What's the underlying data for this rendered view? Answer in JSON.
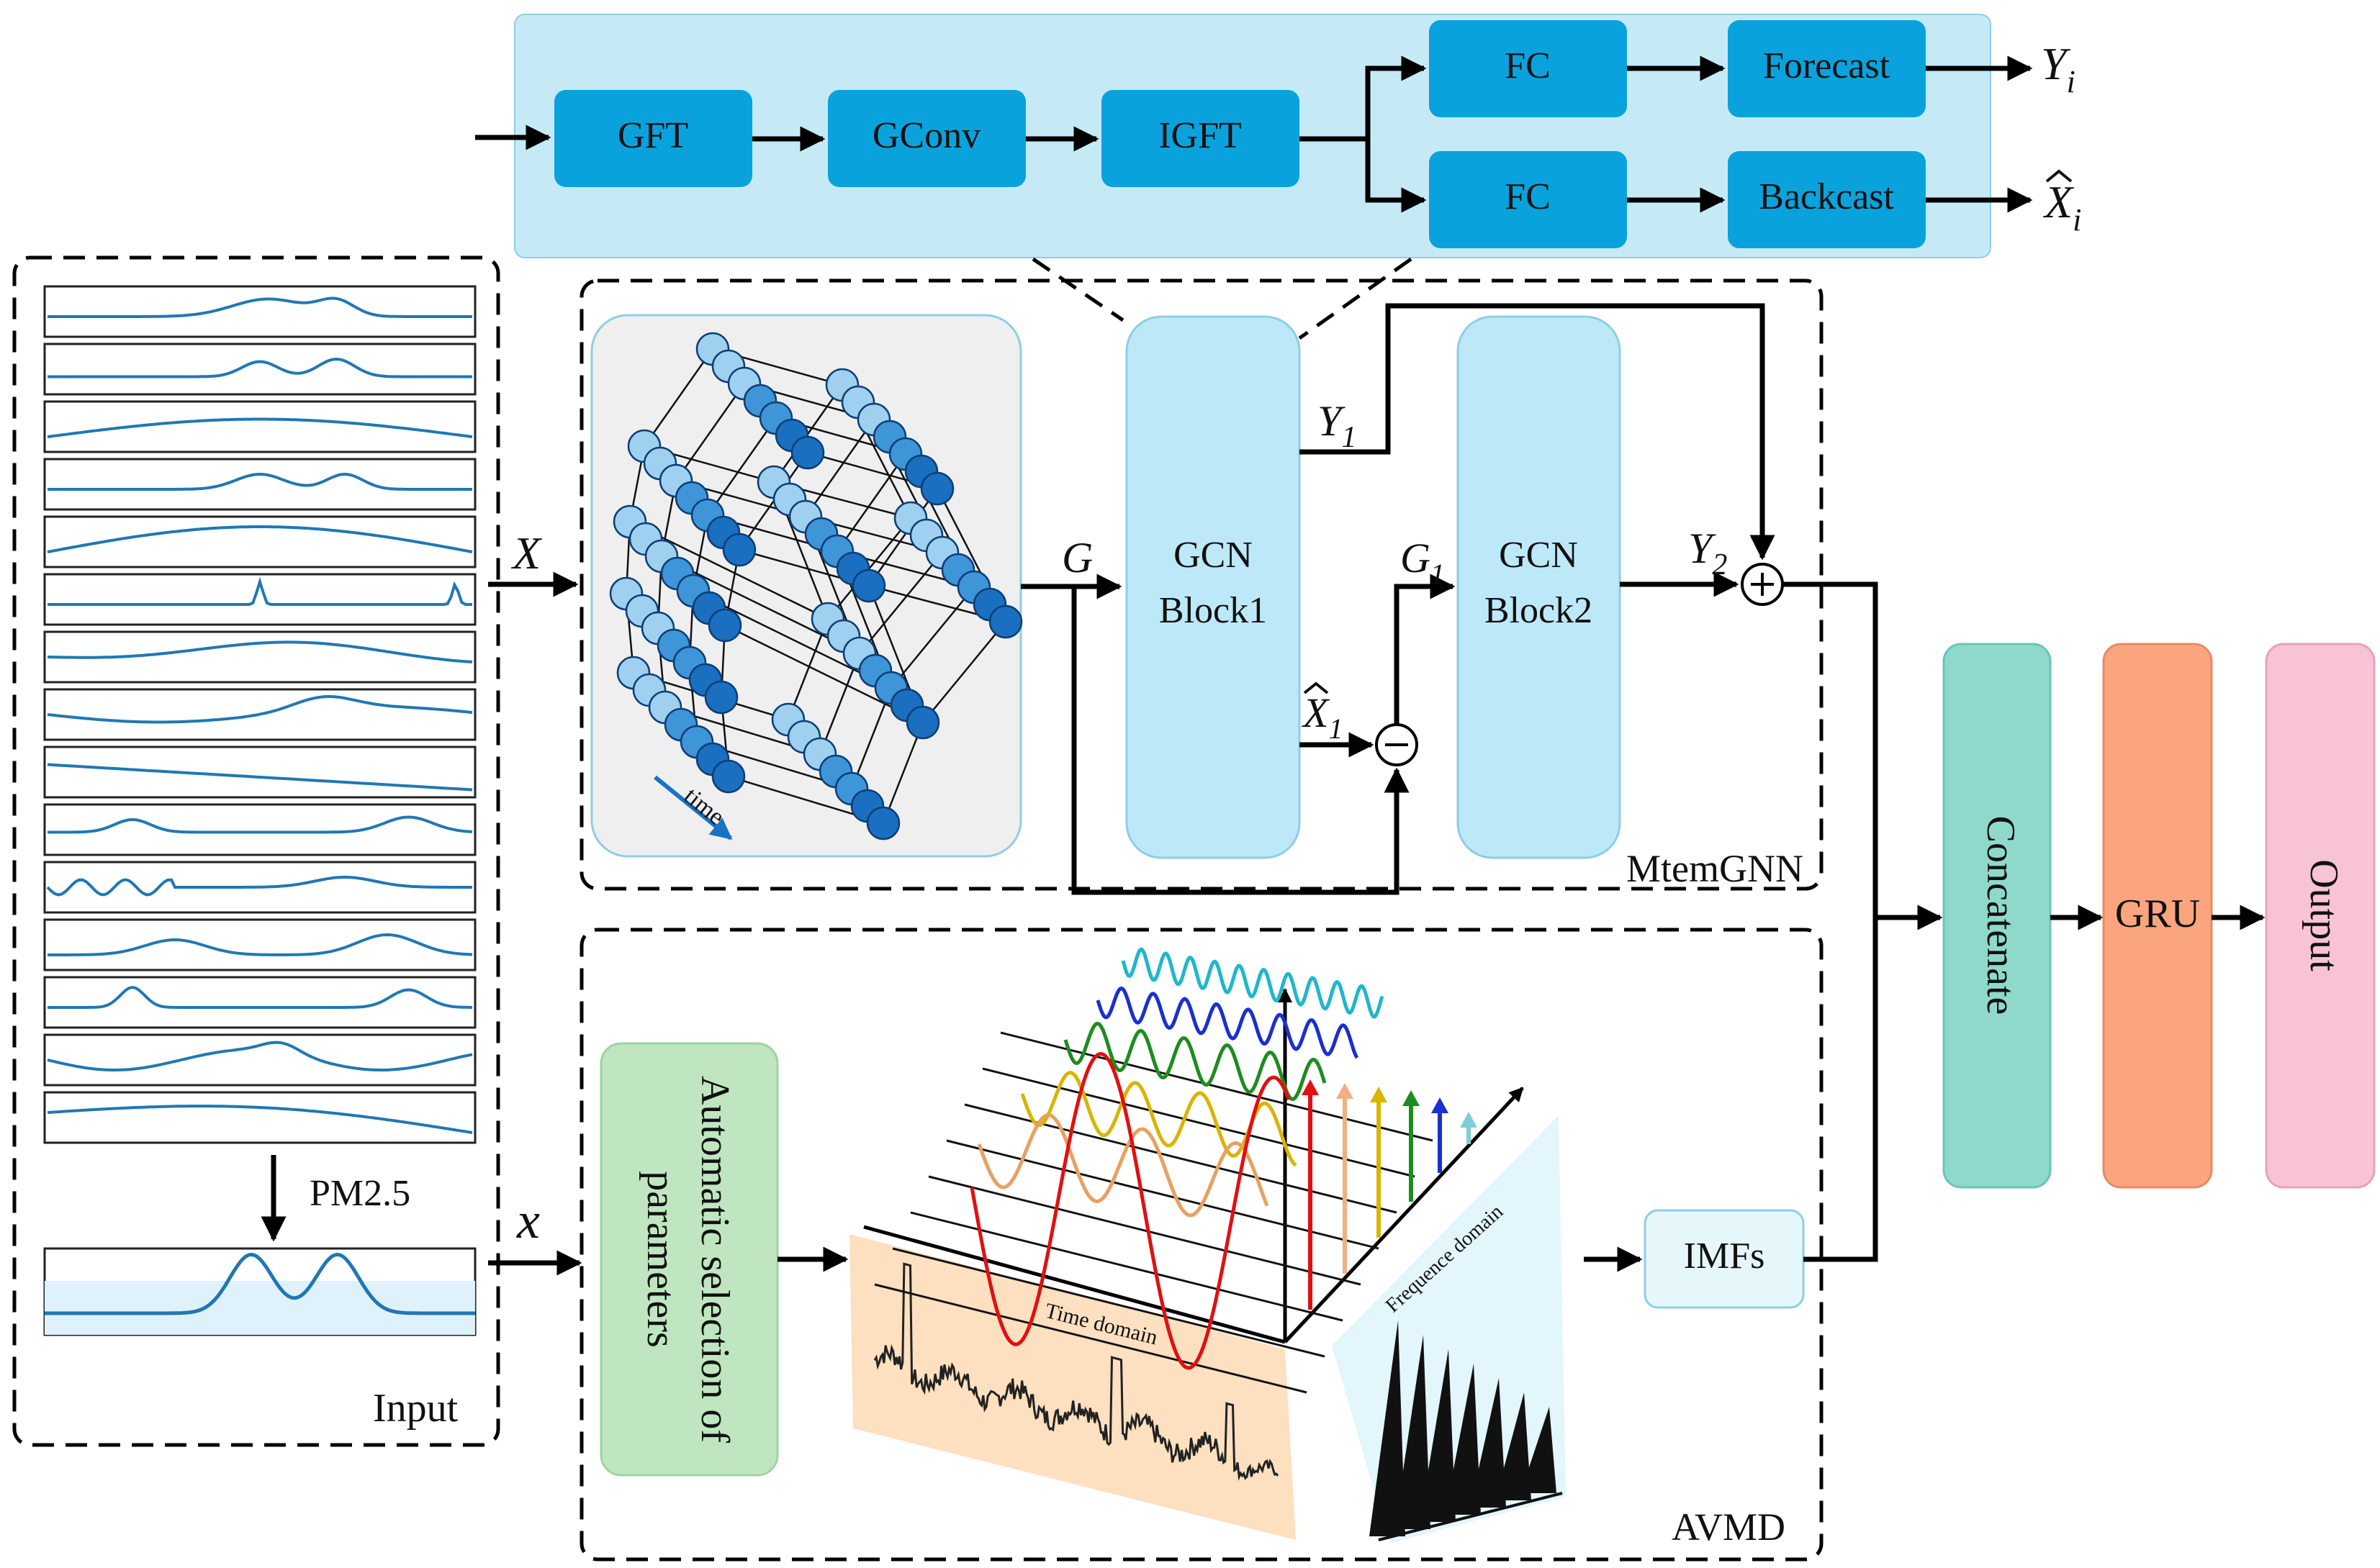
{
  "top_block": {
    "gft": "GFT",
    "gconv": "GConv",
    "igft": "IGFT",
    "fc_top": "FC",
    "fc_bottom": "FC",
    "forecast": "Forecast",
    "backcast": "Backcast",
    "y_i_base": "Y",
    "y_i_sub": "i",
    "xhat_i_base": "X",
    "xhat_i_sub": "i"
  },
  "input": {
    "label": "Input",
    "pm25": "PM2.5",
    "series_count": 15
  },
  "mtemgnn": {
    "label": "MtemGNN",
    "time_label": "time",
    "gcn1_line1": "GCN",
    "gcn1_line2": "Block1",
    "gcn2_line1": "GCN",
    "gcn2_line2": "Block2",
    "g": "G",
    "g1_base": "G",
    "g1_sub": "1",
    "y1_base": "Y",
    "y1_sub": "1",
    "y2_base": "Y",
    "y2_sub": "2",
    "xhat1_base": "X",
    "xhat1_sub": "1",
    "plus": "+",
    "minus": "−"
  },
  "arrows": {
    "big_x": "X",
    "small_x": "x"
  },
  "avmd": {
    "label": "AVMD",
    "auto_sel_line1": "Automatic selection of",
    "auto_sel_line2": "parameters",
    "time_domain": "Time domain",
    "freq_domain": "Frequence domain",
    "imfs": "IMFs"
  },
  "right": {
    "concatenate": "Concatenate",
    "gru": "GRU",
    "output": "Output"
  },
  "colors": {
    "top_panel": "#c5eaf6",
    "block_blue": "#0aa2dc",
    "gcn_block": "#bde8f7",
    "graph_bg": "#efefef",
    "node_dark": "#1a72c4",
    "node_light": "#8cc8ec",
    "auto_sel": "#bfe6c0",
    "imfs": "#e6f7fb",
    "concatenate": "#8fd9cc",
    "gru": "#fba57f",
    "output": "#f8c3d4",
    "time_panel": "#fce0bf",
    "freq_panel": "#e3f6fb"
  }
}
